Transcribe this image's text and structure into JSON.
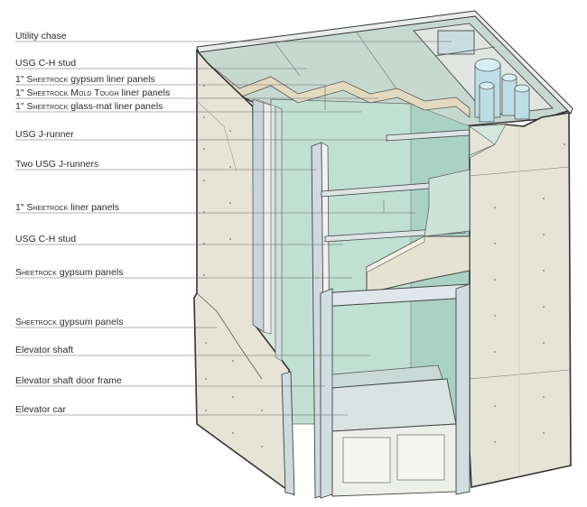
{
  "labels": [
    {
      "id": "utility-chase",
      "parts": [
        {
          "t": "Utility chase"
        }
      ]
    },
    {
      "id": "usg-ch-stud-top",
      "parts": [
        {
          "t": "USG C-H stud"
        }
      ]
    },
    {
      "id": "gypsum-liner-panels",
      "parts": [
        {
          "t": "1\" "
        },
        {
          "t": "Sheetrock",
          "sc": true
        },
        {
          "t": " gypsum liner panels"
        }
      ]
    },
    {
      "id": "mold-tough-liner-panels",
      "parts": [
        {
          "t": "1\" "
        },
        {
          "t": "Sheetrock Mold Tough",
          "sc": true
        },
        {
          "t": " liner panels"
        }
      ]
    },
    {
      "id": "glass-mat-liner-panels",
      "parts": [
        {
          "t": "1\" "
        },
        {
          "t": "Sheetrock",
          "sc": true
        },
        {
          "t": " glass-mat liner panels"
        }
      ]
    },
    {
      "id": "usg-j-runner",
      "parts": [
        {
          "t": "USG J-runner"
        }
      ]
    },
    {
      "id": "two-usg-j-runners",
      "parts": [
        {
          "t": "Two USG J-runners"
        }
      ]
    },
    {
      "id": "liner-panels",
      "parts": [
        {
          "t": "1\" "
        },
        {
          "t": "Sheetrock",
          "sc": true
        },
        {
          "t": " liner panels"
        }
      ]
    },
    {
      "id": "usg-ch-stud-mid",
      "parts": [
        {
          "t": "USG C-H stud"
        }
      ]
    },
    {
      "id": "gypsum-panels-1",
      "parts": [
        {
          "t": "Sheetrock",
          "sc": true
        },
        {
          "t": " gypsum panels"
        }
      ]
    },
    {
      "id": "gypsum-panels-2",
      "parts": [
        {
          "t": "Sheetrock",
          "sc": true
        },
        {
          "t": " gypsum panels"
        }
      ]
    },
    {
      "id": "elevator-shaft",
      "parts": [
        {
          "t": "Elevator shaft"
        }
      ]
    },
    {
      "id": "elevator-shaft-door-frame",
      "parts": [
        {
          "t": "Elevator shaft door frame"
        }
      ]
    },
    {
      "id": "elevator-car",
      "parts": [
        {
          "t": "Elevator car"
        }
      ]
    }
  ]
}
